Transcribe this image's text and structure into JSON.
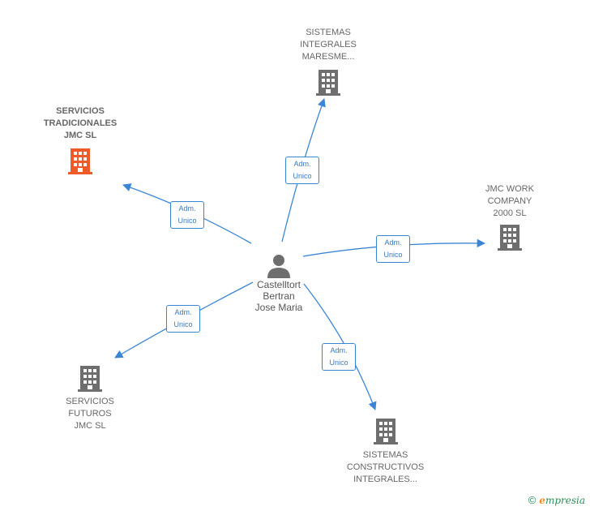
{
  "colors": {
    "edge": "#3b86d4",
    "company": "#6e6e6e",
    "main_company": "#f05a28",
    "person": "#6e6e6e"
  },
  "person": {
    "name": "Castelltort\nBertran\nJose Maria",
    "icon": "person-icon"
  },
  "companies": [
    {
      "id": "sistemas-integrales",
      "label": "SISTEMAS\nINTEGRALES\nMARESME...",
      "icon": "building-icon",
      "main": false
    },
    {
      "id": "servicios-tradicionales",
      "label": "SERVICIOS\nTRADICIONALES\nJMC  SL",
      "icon": "building-icon",
      "main": true
    },
    {
      "id": "jmc-work",
      "label": "JMC WORK\nCOMPANY\n2000  SL",
      "icon": "building-icon",
      "main": false
    },
    {
      "id": "servicios-futuros",
      "label": "SERVICIOS\nFUTUROS\nJMC  SL",
      "icon": "building-icon",
      "main": false
    },
    {
      "id": "sistemas-constructivos",
      "label": "SISTEMAS\nCONSTRUCTIVOS\nINTEGRALES...",
      "icon": "building-icon",
      "main": false
    }
  ],
  "relations": [
    {
      "to": "sistemas-integrales",
      "line1": "Adm.",
      "line2": "Unico"
    },
    {
      "to": "servicios-tradicionales",
      "line1": "Adm.",
      "line2": "Unico"
    },
    {
      "to": "jmc-work",
      "line1": "Adm.",
      "line2": "Unico"
    },
    {
      "to": "servicios-futuros",
      "line1": "Adm.",
      "line2": "Unico"
    },
    {
      "to": "sistemas-constructivos",
      "line1": "Adm.",
      "line2": "Unico"
    }
  ],
  "footer": {
    "copyright": "©",
    "brand_initial": "e",
    "brand_rest": "mpresia"
  }
}
